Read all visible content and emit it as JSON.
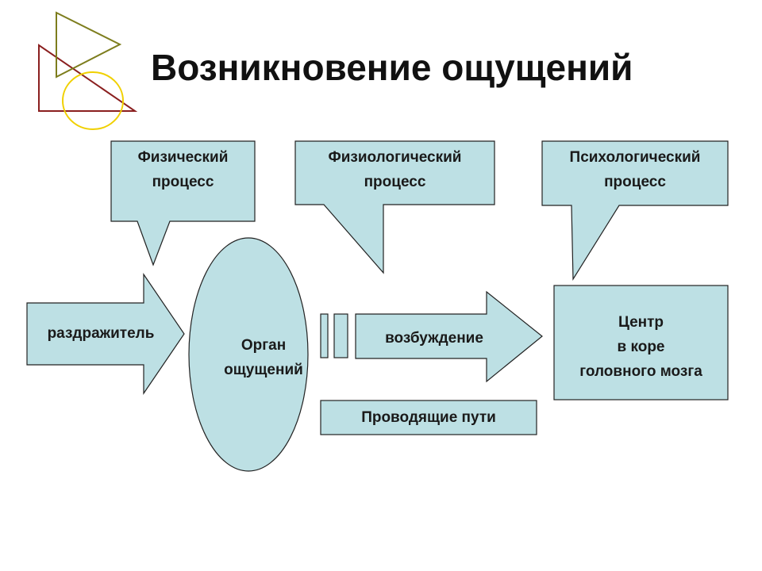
{
  "slide": {
    "title": "Возникновение ощущений",
    "colors": {
      "shape_fill": "#bde0e4",
      "shape_stroke": "#222222",
      "deco_triangle": "#8a1f1f",
      "deco_yellow": "#f0d000",
      "deco_olive": "#7d7d1d"
    }
  },
  "callouts": {
    "physical": {
      "line1": "Физический",
      "line2": "процесс"
    },
    "physiological": {
      "line1": "Физиологический",
      "line2": "процесс"
    },
    "psychological": {
      "line1": "Психологический",
      "line2": "процесс"
    }
  },
  "flow": {
    "stimulus": "раздражитель",
    "organ": {
      "line1": "Орган",
      "line2": "ощущений"
    },
    "excitation": "возбуждение",
    "center": {
      "line1": "Центр",
      "line2": "в коре",
      "line3": "головного мозга"
    },
    "pathways": "Проводящие пути"
  }
}
